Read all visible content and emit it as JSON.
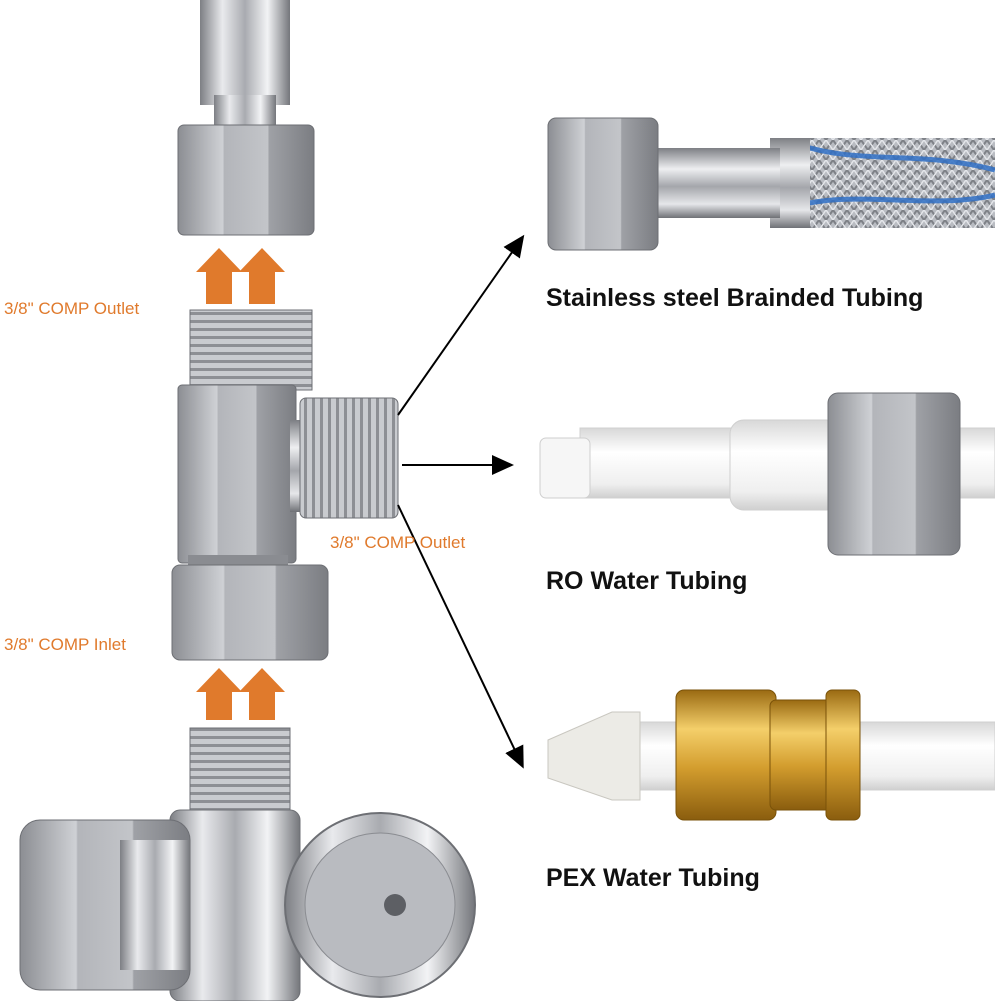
{
  "labels": {
    "outlet_top": "3/8\" COMP Outlet",
    "outlet_side": "3/8\" COMP Outlet",
    "inlet": "3/8\" COMP Inlet",
    "steel": "Stainless steel Brainded Tubing",
    "ro": "RO Water Tubing",
    "pex": "PEX Water Tubing"
  },
  "colors": {
    "accent_orange": "#e07a2c",
    "text_black": "#111111",
    "braid_blue": "#2f6fc4",
    "brass": "#d6a233"
  }
}
